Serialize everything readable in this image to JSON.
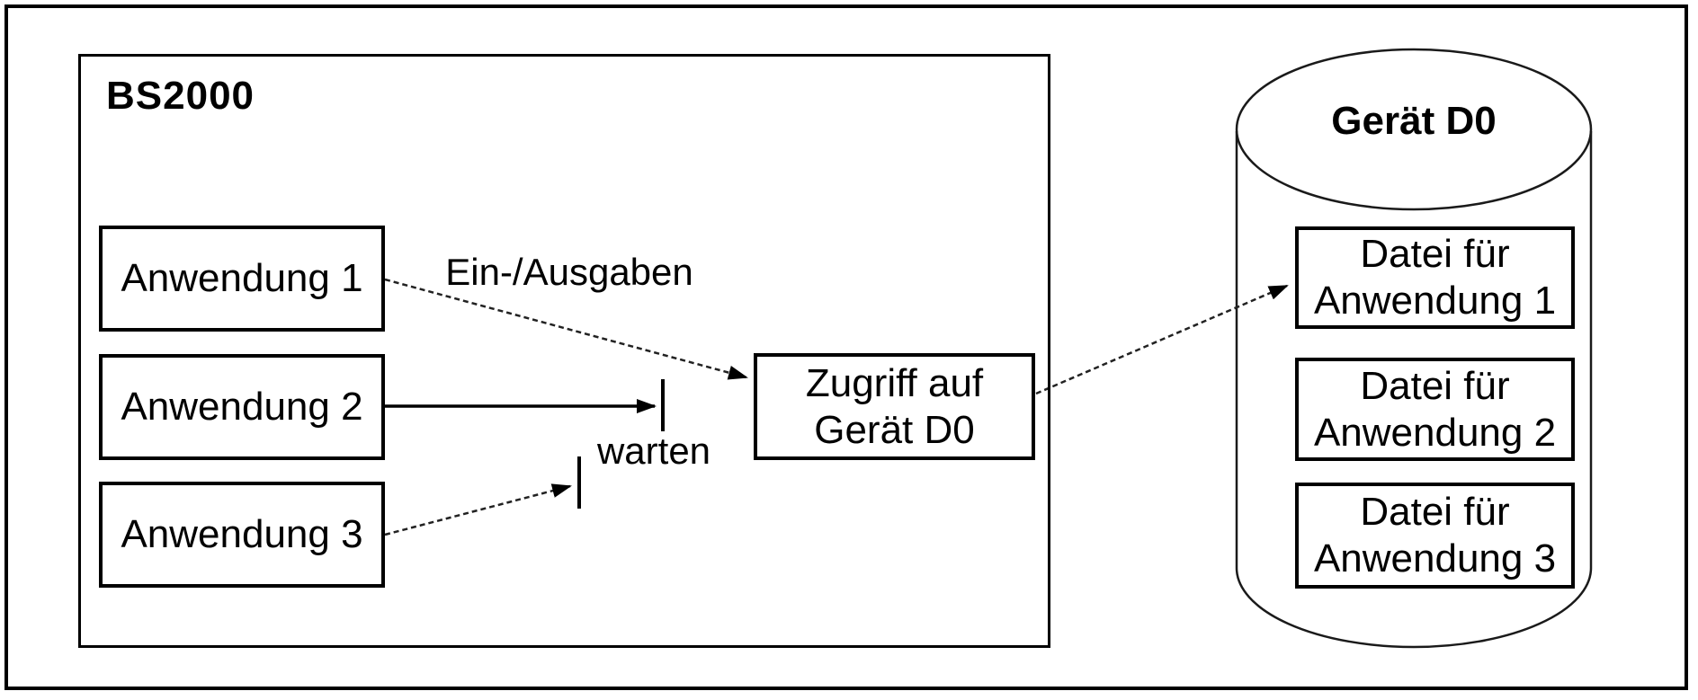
{
  "bs2000": {
    "title": "BS2000",
    "applications": [
      {
        "label": "Anwendung 1"
      },
      {
        "label": "Anwendung 2"
      },
      {
        "label": "Anwendung 3"
      }
    ],
    "access_box": {
      "line1": "Zugriff auf",
      "line2": "Gerät D0"
    }
  },
  "annotations": {
    "io_label": "Ein-/Ausgaben",
    "wait_label": "warten"
  },
  "device": {
    "title": "Gerät D0",
    "files": [
      {
        "line1": "Datei für",
        "line2": "Anwendung 1"
      },
      {
        "line1": "Datei für",
        "line2": "Anwendung 2"
      },
      {
        "line1": "Datei für",
        "line2": "Anwendung 3"
      }
    ]
  },
  "colors": {
    "line": "#000000",
    "background": "#ffffff"
  }
}
